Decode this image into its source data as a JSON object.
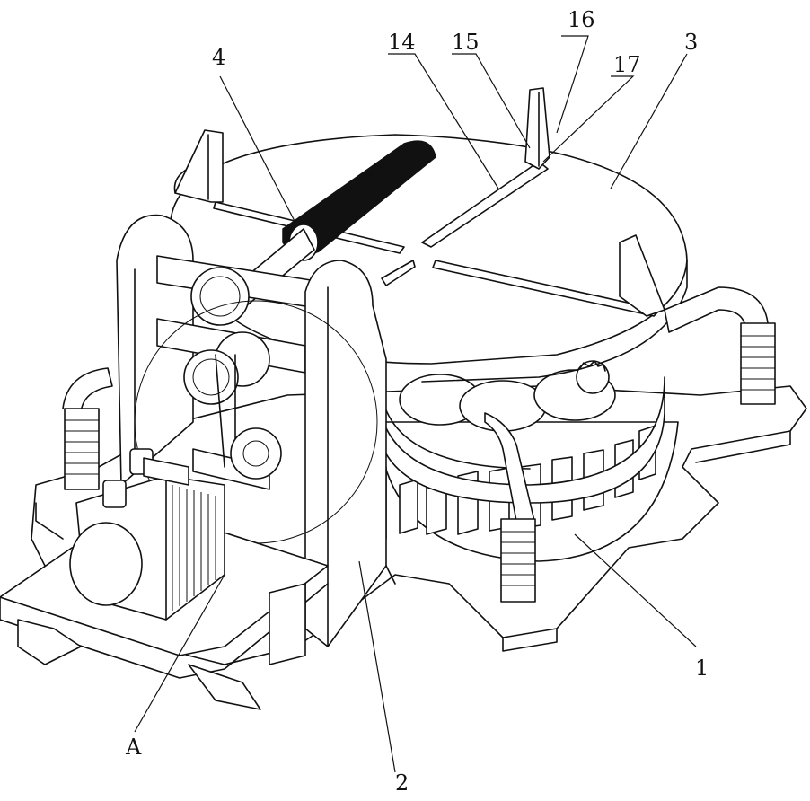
{
  "labels": {
    "l1": "1",
    "l2": "2",
    "l3": "3",
    "l4": "4",
    "l14": "14",
    "l15": "15",
    "l16": "16",
    "l17": "17",
    "lA": "A"
  },
  "colors": {
    "line": "#111111",
    "background": "#ffffff"
  }
}
